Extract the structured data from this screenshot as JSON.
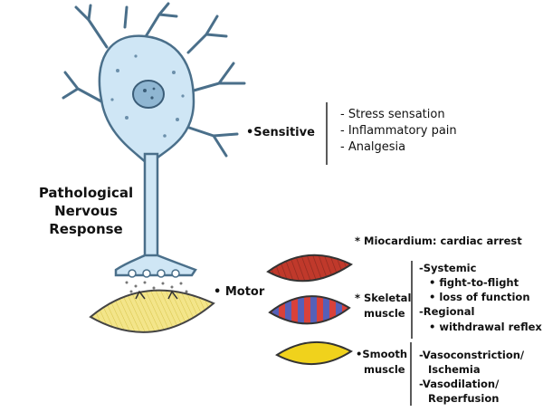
{
  "title": "Pathological Nervous Response",
  "title_lines": [
    "Pathological",
    "Nervous",
    "Response"
  ],
  "sensitive": {
    "label": "•Sensitive",
    "items": [
      "- Stress sensation",
      "- Inflammatory pain",
      "- Analgesia"
    ]
  },
  "motor": {
    "label": "• Motor"
  },
  "miocardium": "* Miocardium: cardiac arrest",
  "skeletal": {
    "label_line1": "* Skeletal",
    "label_line2": "muscle",
    "items": [
      "-Systemic",
      "• fight-to-flight",
      "• loss of function",
      "-Regional",
      "• withdrawal reflex"
    ]
  },
  "smooth": {
    "label_line1": "•Smooth",
    "label_line2": "muscle",
    "items": [
      "-Vasoconstriction/",
      "Ischemia",
      "-Vasodilation/",
      "Reperfusion"
    ]
  },
  "colors": {
    "neuron_fill": "#cfe6f5",
    "neuron_stroke": "#4a6f8a",
    "nucleus": "#8fb6d2",
    "cardiac_muscle": "#c0392b",
    "skeletal_red": "#d9413a",
    "skeletal_blue": "#5660b8",
    "smooth_muscle": "#f0d21c",
    "target_muscle": "#f3e58a"
  },
  "icons": [
    "neuron-illustration",
    "synapse-vesicles",
    "cardiac-muscle-icon",
    "skeletal-muscle-icon",
    "smooth-muscle-icon",
    "target-muscle-icon"
  ]
}
